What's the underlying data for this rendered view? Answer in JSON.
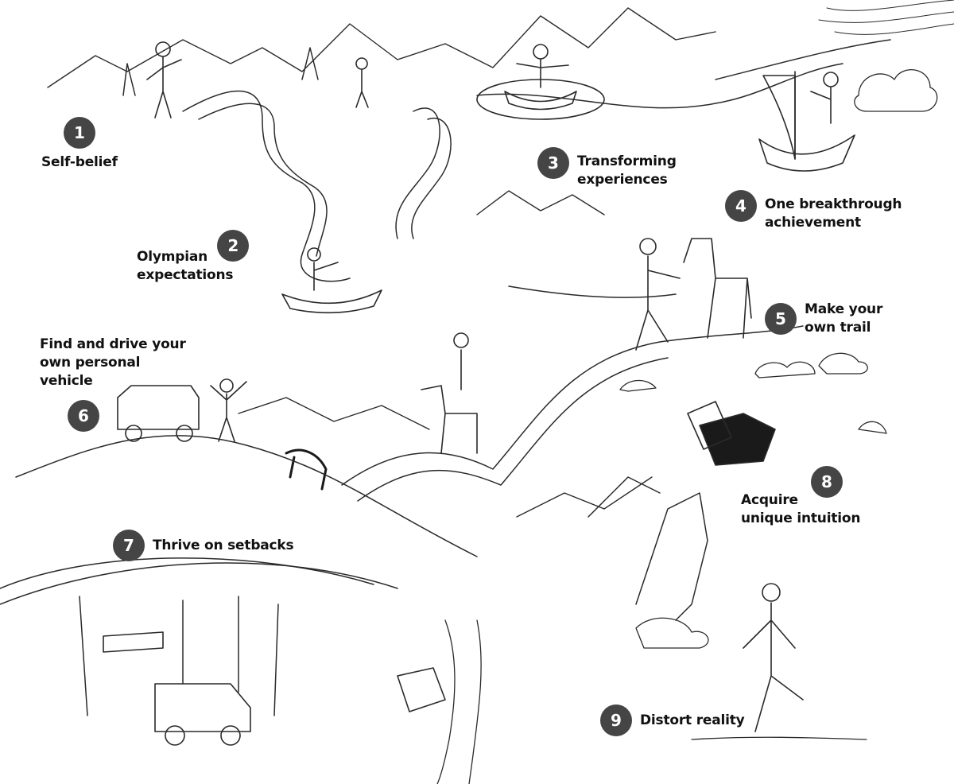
{
  "steps": [
    {
      "number": "1",
      "lines": [
        "Self-belief"
      ]
    },
    {
      "number": "2",
      "lines": [
        "Olympian",
        "expectations"
      ]
    },
    {
      "number": "3",
      "lines": [
        "Transforming",
        "experiences"
      ]
    },
    {
      "number": "4",
      "lines": [
        "One breakthrough",
        "achievement"
      ]
    },
    {
      "number": "5",
      "lines": [
        "Make your",
        "own trail"
      ]
    },
    {
      "number": "6",
      "lines": [
        "Find and drive your",
        "own personal",
        "vehicle"
      ]
    },
    {
      "number": "7",
      "lines": [
        "Thrive on setbacks"
      ]
    },
    {
      "number": "8",
      "lines": [
        "Acquire",
        "unique intuition"
      ]
    },
    {
      "number": "9",
      "lines": [
        "Distort reality"
      ]
    }
  ],
  "colors": {
    "badge": "#454545",
    "ink": "#2a2a2a",
    "label": "#111111"
  }
}
